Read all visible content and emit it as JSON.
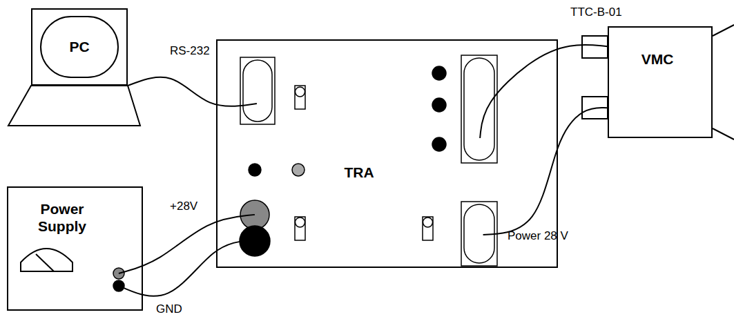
{
  "diagram": {
    "nodes": [
      {
        "text": [
          "PC"
        ]
      },
      {
        "text": [
          "TRA"
        ]
      },
      {
        "text": [
          "VMC"
        ]
      },
      {
        "text": [
          "Power Supply"
        ]
      }
    ],
    "edges": [
      {
        "from": 0,
        "to": 1,
        "arrow": "none"
      },
      {
        "from": 1,
        "to": 2,
        "arrow": "none"
      },
      {
        "from": 1,
        "to": 2,
        "arrow": "none"
      },
      {
        "from": 3,
        "to": 1,
        "arrow": "none"
      },
      {
        "from": 3,
        "to": 1,
        "arrow": "none"
      }
    ],
    "labels": [
      "RS-232",
      "TTC-B-01",
      "+28V",
      "Power 28 V",
      "GND"
    ]
  }
}
